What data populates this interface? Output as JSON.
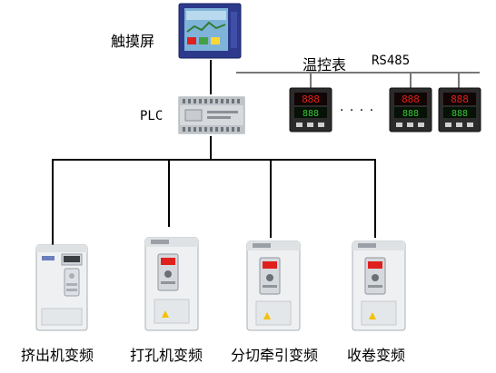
{
  "labels": {
    "touchscreen": "触摸屏",
    "plc": "PLC",
    "temp_controller": "温控表",
    "rs485": "RS485",
    "ellipsis": "· · · ·"
  },
  "drives": [
    {
      "label": "挤出机变频"
    },
    {
      "label": "打孔机变频"
    },
    {
      "label": "分切牵引变频"
    },
    {
      "label": "收卷变频"
    }
  ],
  "colors": {
    "line": "#000000",
    "rs485_line": "#777777",
    "screen_frame": "#2d3a8c",
    "device_body": "#e9ecef",
    "led_red": "#e0201c"
  }
}
